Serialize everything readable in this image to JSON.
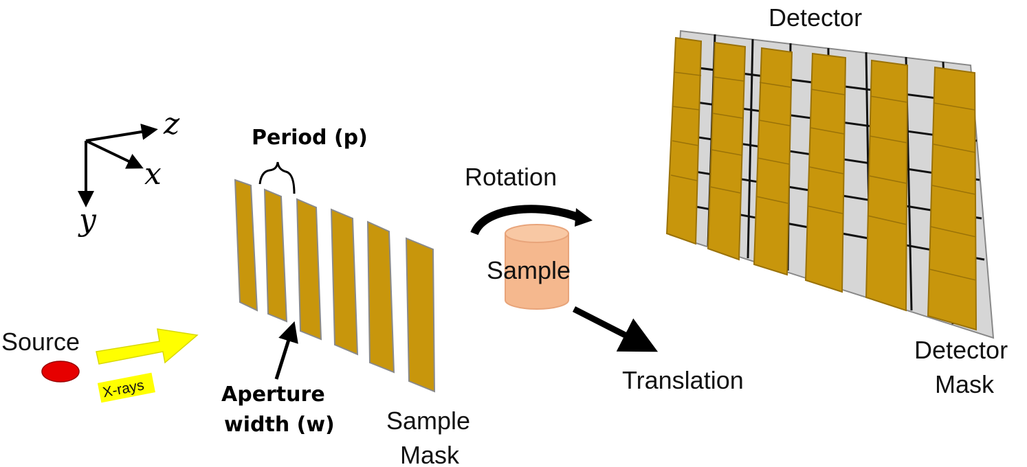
{
  "labels": {
    "detector": "Detector",
    "detector_mask_line1": "Detector",
    "detector_mask_line2": "Mask",
    "period": "Period (p)",
    "rotation": "Rotation",
    "sample": "Sample",
    "translation": "Translation",
    "source": "Source",
    "xrays": "X-rays",
    "aperture_line1": "Aperture",
    "aperture_line2": "width (w)",
    "sample_mask_line1": "Sample",
    "sample_mask_line2": "Mask"
  },
  "axes": {
    "x": "x",
    "y": "y",
    "z": "z"
  },
  "colors": {
    "gold": "#c8960c",
    "gold_edge": "#9a7208",
    "detector_panel": "#d6d6d6",
    "grid_line": "#111111",
    "sample_fill": "#f5b88e",
    "sample_edge": "#e8a47a",
    "source_red": "#e60000",
    "xray_yellow": "#ffff00",
    "arrow_black": "#000000"
  }
}
